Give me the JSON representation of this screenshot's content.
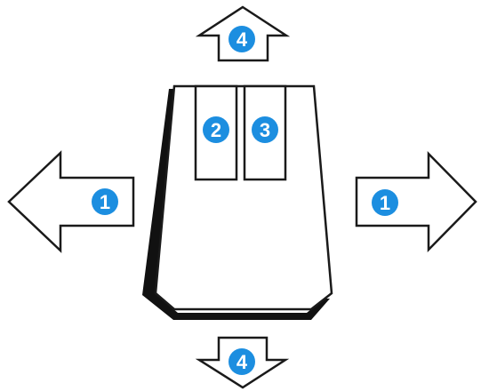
{
  "diagram": {
    "colors": {
      "outline": "#1a1a1a",
      "fill": "#ffffff",
      "badge": "#1c8ee0",
      "badge_text": "#ffffff"
    },
    "badges": {
      "left_arrow": "1",
      "right_arrow": "1",
      "left_slot": "2",
      "right_slot": "3",
      "top_arrow": "4",
      "bottom_arrow": "4"
    }
  }
}
